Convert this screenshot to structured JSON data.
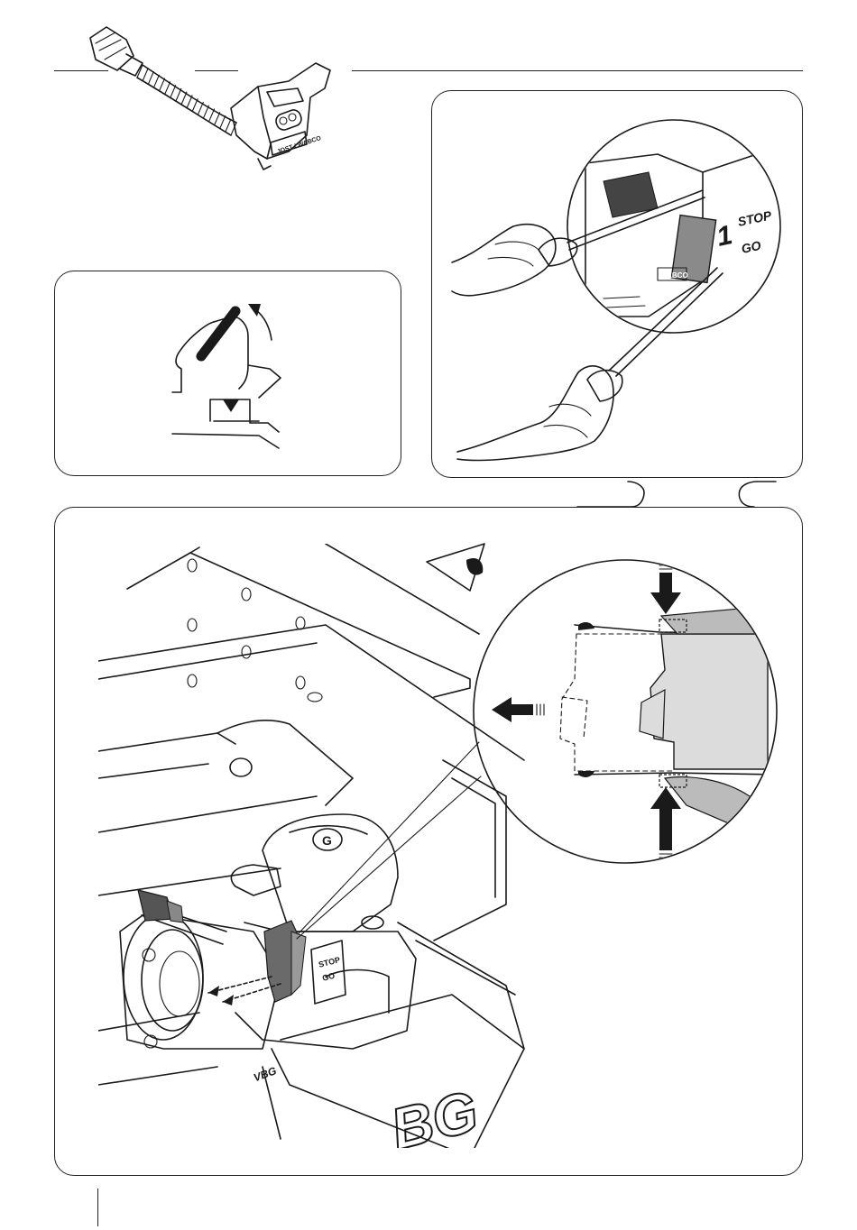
{
  "labels": {
    "cable_brand": "JOST / WABCO",
    "plate_brand": "WABCO",
    "stop_text": "STOP",
    "go_text": "GO",
    "number_text": "1",
    "cover_text_stop": "STOP",
    "cover_text_go": "GO",
    "vbg_text": "VBG",
    "big_letters": "BG",
    "coupling_badge": "G"
  },
  "icons": {
    "sensor_cable": "sensor-cable-illustration",
    "lever_lift": "hand-lever-lift-icon",
    "screwdriver": "screwdriver-removal-illustration",
    "eye": "eye-inspection-icon",
    "pull_arrow": "pull-arrow-icon"
  },
  "colors": {
    "line": "#1a1a1a",
    "fill_grey": "#dcdcdc",
    "dark_grey": "#555555"
  }
}
